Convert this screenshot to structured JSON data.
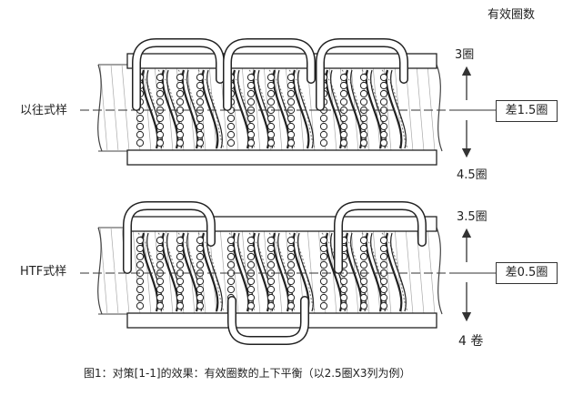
{
  "header": {
    "column_title": "有效圈数"
  },
  "diagrams": [
    {
      "style_label": "以往式样",
      "upper_count": "3圈",
      "lower_count": "4.5圈",
      "difference": "差1.5圈"
    },
    {
      "style_label": "HTF式样",
      "upper_count": "3.5圈",
      "lower_count": "4 卷",
      "difference": "差0.5圈"
    }
  ],
  "caption": "图1：对策[1-1]的效果：有效圈数的上下平衡（以2.5圈X3列为例）"
}
